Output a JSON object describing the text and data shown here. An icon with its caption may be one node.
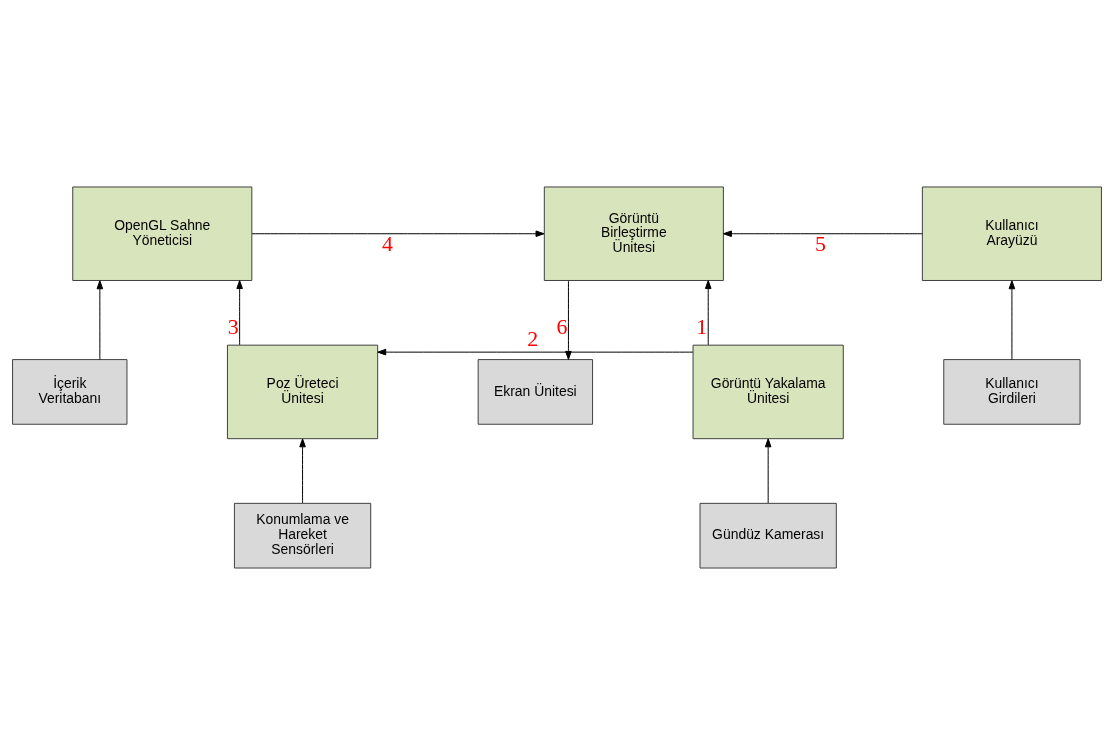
{
  "diagram": {
    "nodes": [
      {
        "text": [
          "İçerik Veritabanı"
        ]
      },
      {
        "text": [
          "Ekran Ünitesi"
        ]
      },
      {
        "text": [
          "OpenGL Sahne Yöneticisi"
        ]
      },
      {
        "text": [
          "Görüntü Birleştirme Ünitesi"
        ]
      },
      {
        "text": [
          "Kullanıcı Arayüzü"
        ]
      },
      {
        "text": [
          "Poz Üreteci Ünitesi"
        ]
      },
      {
        "text": [
          "Görüntü Yakalama Ünitesi"
        ]
      },
      {
        "text": [
          "Kullanıcı Girdileri"
        ]
      },
      {
        "text": [
          "Konumlama ve Hareket Sensörleri"
        ]
      },
      {
        "text": [
          "Gündüz Kamerası"
        ]
      }
    ],
    "edges": [
      {
        "from": 0,
        "to": 2,
        "arrow": "to"
      },
      {
        "from": 3,
        "to": 1,
        "arrow": "to",
        "label": "6"
      },
      {
        "from": 2,
        "to": 3,
        "arrow": "to",
        "label": "4"
      },
      {
        "from": 4,
        "to": 3,
        "arrow": "to",
        "label": "5"
      },
      {
        "from": 5,
        "to": 2,
        "arrow": "to",
        "label": "3"
      },
      {
        "from": 6,
        "to": 3,
        "arrow": "to",
        "label": "1"
      },
      {
        "from": 6,
        "to": 5,
        "arrow": "to",
        "label": "2"
      },
      {
        "from": 7,
        "to": 4,
        "arrow": "to"
      },
      {
        "from": 8,
        "to": 5,
        "arrow": "to"
      },
      {
        "from": 9,
        "to": 6,
        "arrow": "to"
      }
    ]
  }
}
